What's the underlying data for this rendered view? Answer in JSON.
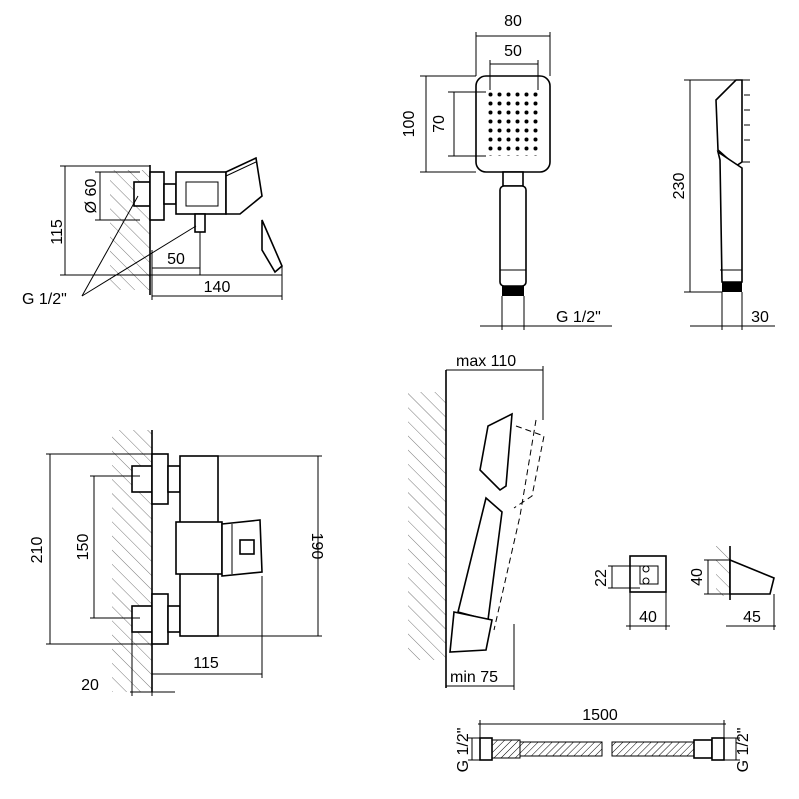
{
  "views": {
    "mixer_side": {
      "dia": "Ø 60",
      "height": "115",
      "depth_outlet": "50",
      "depth_total": "140",
      "thread": "G 1/2\""
    },
    "hand_shower_front": {
      "head_width": "80",
      "face_width": "50",
      "head_height": "100",
      "face_height": "70",
      "thread": "G 1/2\""
    },
    "hand_shower_side": {
      "length": "230",
      "thickness": "30"
    },
    "mixer_front": {
      "overall_height": "210",
      "inlet_spacing": "150",
      "body_height": "190",
      "width": "115",
      "wall_offset": "20"
    },
    "holder_mounted": {
      "max": "max 110",
      "min": "min 75"
    },
    "holder_front": {
      "height": "22",
      "width": "40"
    },
    "holder_side": {
      "height": "40",
      "depth": "45"
    },
    "hose": {
      "length": "1500",
      "thread_left": "G 1/2\"",
      "thread_right": "G 1/2\""
    }
  }
}
